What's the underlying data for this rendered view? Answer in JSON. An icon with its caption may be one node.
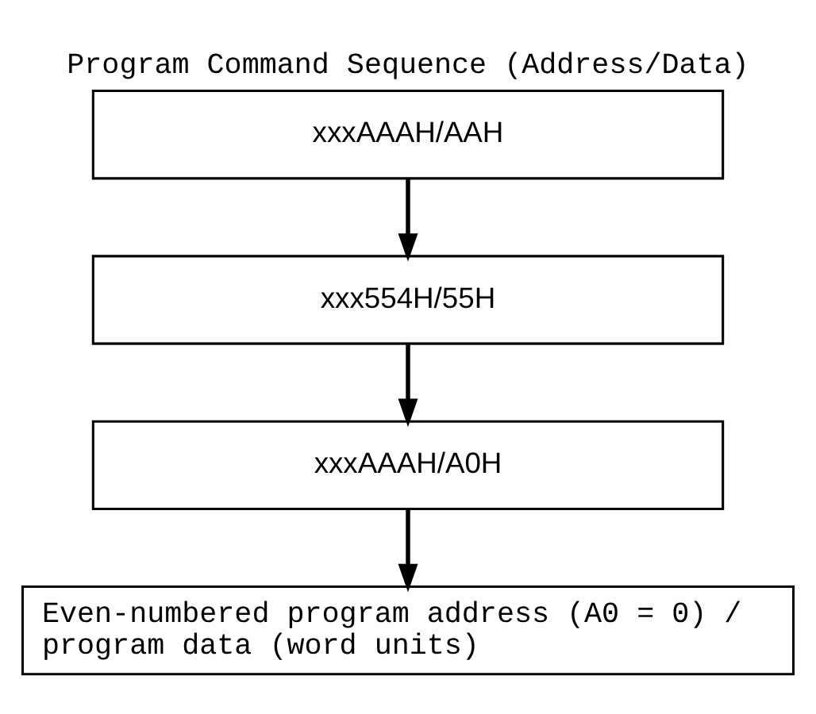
{
  "diagram": {
    "title": "Program Command Sequence (Address/Data)",
    "nodes": [
      {
        "text": [
          "xxxAAAH/AAH"
        ]
      },
      {
        "text": [
          "xxx554H/55H"
        ]
      },
      {
        "text": [
          "xxxAAAH/A0H"
        ]
      },
      {
        "text": [
          "Even-numbered program address (A0 = 0) / program data (word units)"
        ]
      }
    ],
    "edges": [
      {
        "from": 0,
        "to": 1,
        "arrow": "to"
      },
      {
        "from": 1,
        "to": 2,
        "arrow": "to"
      },
      {
        "from": 2,
        "to": 3,
        "arrow": "to"
      }
    ]
  }
}
